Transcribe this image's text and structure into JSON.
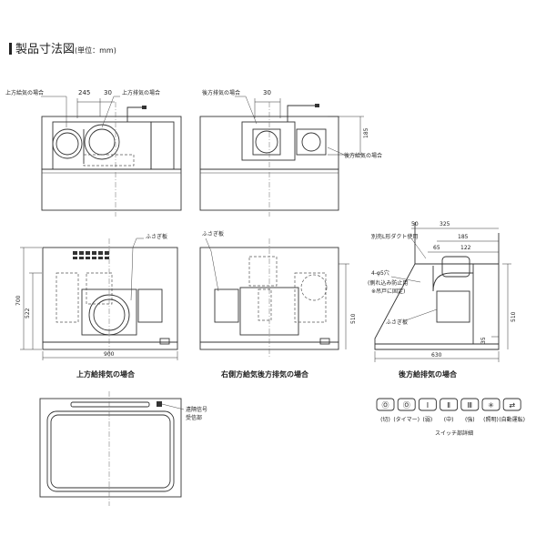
{
  "header": {
    "title": "製品寸法図",
    "unit": "(単位：mm)"
  },
  "labels": {
    "top_intake": "上方給気の場合",
    "top_exhaust": "上方排気の場合",
    "rear_exhaust": "後方排気の場合",
    "rear_intake": "後方給気の場合",
    "blanking_plate": "ふさぎ板",
    "separate_duct_line1": "別売L形ダクト使用",
    "hole_note": "4-φ5穴",
    "hole_note_line2": "(側れ込み防止用",
    "hole_note_line3": "※吊戸に固定)",
    "caption_top_view": "上方給排気の場合",
    "caption_side_rear": "右側方給気後方排気の場合",
    "caption_rear": "後方給排気の場合",
    "remote_receiver_line1": "遠隔信号",
    "remote_receiver_line2": "受信部",
    "switch_detail": "スイッチ部詳細"
  },
  "dimensions": {
    "d245": "245",
    "d30a": "30",
    "d30b": "30",
    "d185a": "185",
    "d700": "700",
    "d522": "522",
    "d900": "900",
    "d510a": "510",
    "d50": "50",
    "d325": "325",
    "d185b": "185",
    "d65": "65",
    "d122": "122",
    "d510b": "510",
    "d35": "35",
    "d630": "630"
  },
  "switches": [
    {
      "icon": "power-off",
      "glyph": "Ⓞ",
      "label": "(切)"
    },
    {
      "icon": "timer",
      "glyph": "Ⓞ",
      "label": "(タイマー)"
    },
    {
      "icon": "fan-weak",
      "glyph": "Ⅰ",
      "label": "(弱)"
    },
    {
      "icon": "fan-medium",
      "glyph": "Ⅱ",
      "label": "(中)"
    },
    {
      "icon": "fan-strong",
      "glyph": "Ⅲ",
      "label": "(強)"
    },
    {
      "icon": "light",
      "glyph": "✳",
      "label": "(照明)"
    },
    {
      "icon": "auto-link",
      "glyph": "⇄",
      "label": "(自動運転)"
    }
  ]
}
